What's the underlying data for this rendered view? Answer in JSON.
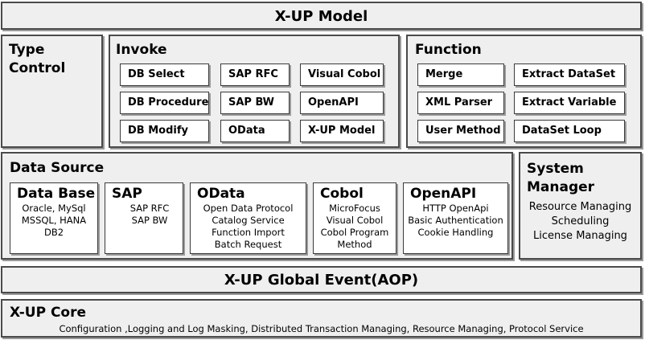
{
  "model_title": "X-UP Model",
  "type_control": {
    "line1": "Type",
    "line2": "Control"
  },
  "invoke": {
    "title": "Invoke",
    "items": [
      "DB Select",
      "SAP RFC",
      "Visual Cobol",
      "DB Procedure",
      "SAP BW",
      "OpenAPI",
      "DB Modify",
      "OData",
      "X-UP Model"
    ]
  },
  "function": {
    "title": "Function",
    "items": [
      "Merge",
      "Extract DataSet",
      "XML Parser",
      "Extract Variable",
      "User Method",
      "DataSet Loop"
    ]
  },
  "data_source": {
    "title": "Data Source",
    "sources": [
      {
        "title": "Data Base",
        "lines": [
          "Oracle, MySql",
          "MSSQL, HANA",
          "DB2"
        ]
      },
      {
        "title": "SAP",
        "lines": [
          "SAP RFC",
          "SAP BW"
        ]
      },
      {
        "title": "OData",
        "lines": [
          "Open Data Protocol",
          "Catalog Service",
          "Function Import",
          "Batch Request"
        ]
      },
      {
        "title": "Cobol",
        "lines": [
          "MicroFocus",
          "Visual Cobol",
          "Cobol Program",
          "Method"
        ]
      },
      {
        "title": "OpenAPI",
        "lines": [
          "HTTP OpenApi",
          "Basic Authentication",
          "Cookie Handling"
        ]
      }
    ]
  },
  "system_manager": {
    "line1": "System",
    "line2": "Manager",
    "items": [
      "Resource Managing",
      "Scheduling",
      "License Managing"
    ]
  },
  "global_event": "X-UP Global Event(AOP)",
  "core": {
    "title": "X-UP Core",
    "description": "Configuration ,Logging and Log Masking, Distributed Transaction Managing, Resource Managing, Protocol Service"
  }
}
